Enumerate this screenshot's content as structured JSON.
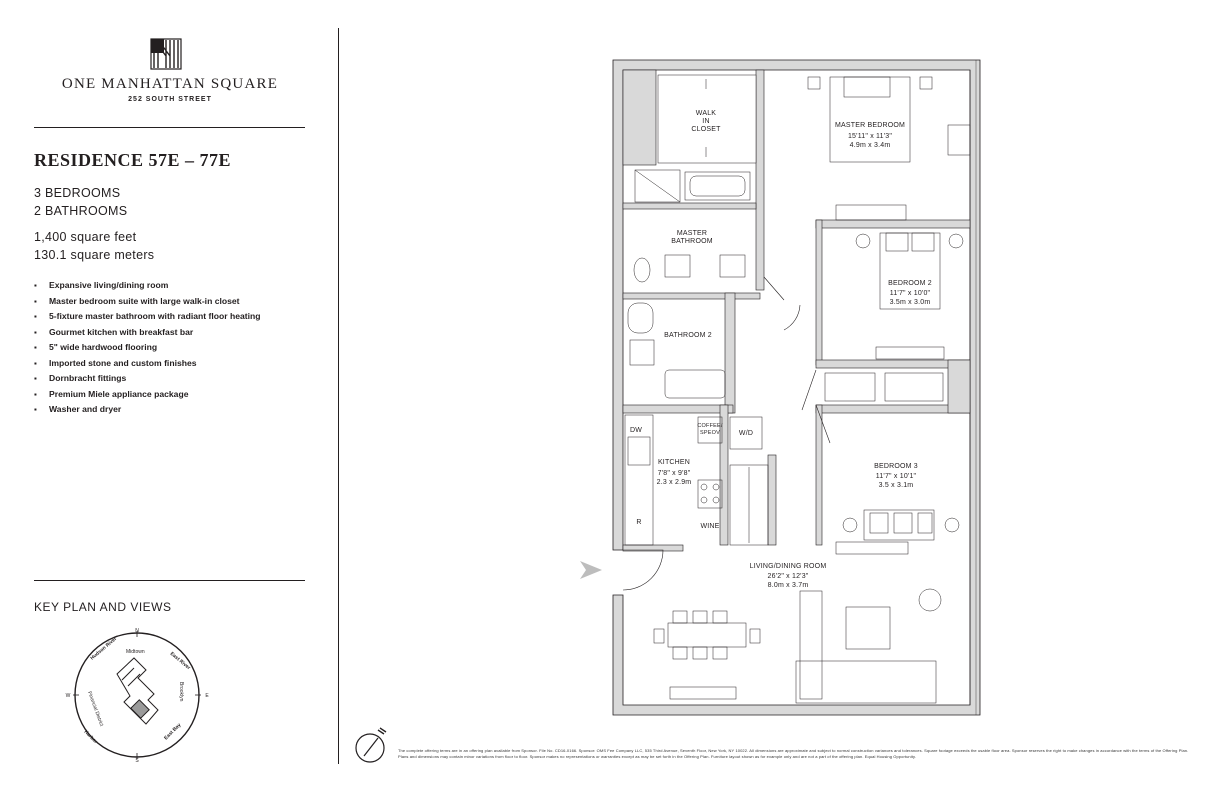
{
  "brand": {
    "logo_icon": "one-manhattan-square-logo",
    "name": "ONE MANHATTAN SQUARE",
    "address": "252 SOUTH STREET"
  },
  "residence": {
    "title": "RESIDENCE 57E – 77E",
    "bedrooms": "3 BEDROOMS",
    "bathrooms": "2 BATHROOMS",
    "area_ft": "1,400 square feet",
    "area_m": "130.1 square meters"
  },
  "features": [
    "Expansive living/dining room",
    "Master bedroom suite with large walk-in closet",
    "5-fixture master bathroom with radiant floor heating",
    "Gourmet kitchen with breakfast bar",
    "5\" wide hardwood flooring",
    "Imported stone and custom finishes",
    "Dornbracht fittings",
    "Premium Miele appliance package",
    "Washer and dryer"
  ],
  "key_plan": {
    "title": "KEY PLAN AND VIEWS",
    "compass": {
      "n": "N",
      "s": "S",
      "e": "E",
      "w": "W"
    },
    "views": [
      "Hudson River",
      "Midtown",
      "East River",
      "Brooklyn",
      "East Bay",
      "Financial District",
      "Harbor"
    ]
  },
  "rooms": {
    "walk_in_closet": [
      "WALK",
      "IN",
      "CLOSET"
    ],
    "master_bedroom": {
      "name": "MASTER BEDROOM",
      "dim_ft": "15'11\" x 11'3\"",
      "dim_m": "4.9m x 3.4m"
    },
    "master_bathroom": [
      "MASTER",
      "BATHROOM"
    ],
    "bedroom2": {
      "name": "BEDROOM 2",
      "dim_ft": "11'7\" x 10'0\"",
      "dim_m": "3.5m x 3.0m"
    },
    "bathroom2": "BATHROOM 2",
    "kitchen": {
      "name": "KITCHEN",
      "dim_ft": "7'8\" x 9'8\"",
      "dim_m": "2.3 x 2.9m"
    },
    "dw": "DW",
    "coffee": [
      "COFFEE/",
      "SPEOV"
    ],
    "wd": "W/D",
    "r": "R",
    "wine": "WINE",
    "bedroom3": {
      "name": "BEDROOM 3",
      "dim_ft": "11'7\" x 10'1\"",
      "dim_m": "3.5 x 3.1m"
    },
    "living": {
      "name": "LIVING/DINING ROOM",
      "dim_ft": "26'2\" x 12'3\"",
      "dim_m": "8.0m x 3.7m"
    }
  },
  "legal": "The complete offering terms are in an offering plan available from Sponsor. File No. CD16-0166. Sponsor: OMS Fee Company LLC, 535 Third Avenue, Seventh Floor, New York, NY 10022. All dimensions are approximate and subject to normal construction variances and tolerances. Square footage exceeds the usable floor area. Sponsor reserves the right to make changes in accordance with the terms of the Offering Plan. Plans and dimensions may contain minor variations from floor to floor. Sponsor makes no representations or warranties except as may be set forth in the Offering Plan. Furniture layout shown as for example only and are not a part of the offering plan. Equal Housing Opportunity.",
  "colors": {
    "ink": "#231f20",
    "wall": "#d9d9d9",
    "paper": "#ffffff"
  }
}
